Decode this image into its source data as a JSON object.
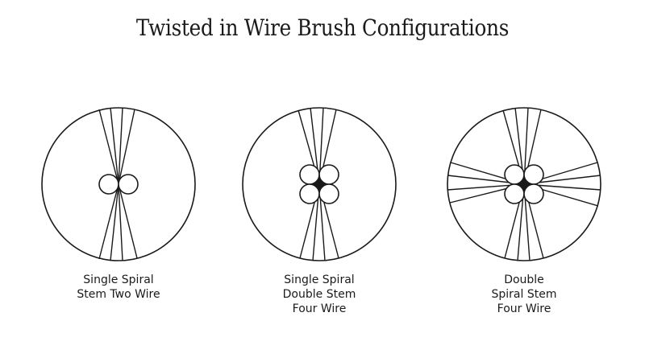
{
  "title": "Twisted in Wire Brush Configurations",
  "configurations": [
    {
      "name": "single-spiral-stem-two-wire",
      "caption_lines": [
        "Single Spiral",
        "Stem Two Wire"
      ],
      "wires": 2,
      "fiber_groups": 2
    },
    {
      "name": "single-spiral-double-stem-four-wire",
      "caption_lines": [
        "Single Spiral",
        "Double Stem",
        "Four Wire"
      ],
      "wires": 4,
      "fiber_groups": 2
    },
    {
      "name": "double-spiral-stem-four-wire",
      "caption_lines": [
        "Double",
        "Spiral Stem",
        "Four Wire"
      ],
      "wires": 4,
      "fiber_groups": 4
    }
  ],
  "colors": {
    "line": "#1a1a1a",
    "background": "#ffffff"
  }
}
